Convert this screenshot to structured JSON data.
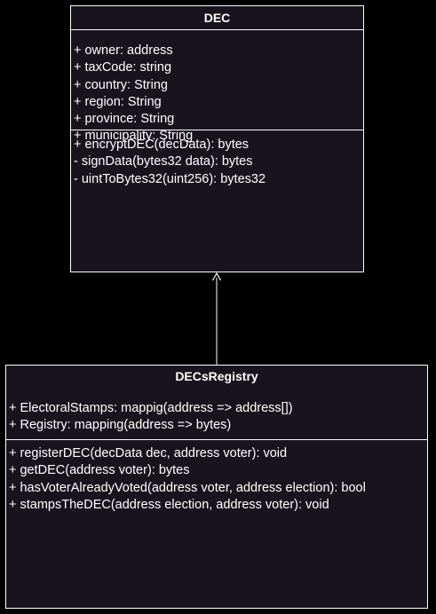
{
  "dec": {
    "name": "DEC",
    "attributes": [
      "+ owner: address",
      "+ taxCode: string",
      "+ country: String",
      "+ region: String",
      "+ province: String",
      "+ municipality: String"
    ],
    "methods": [
      "+ encryptDEC(decData): bytes",
      "- signData(bytes32 data): bytes",
      "- uintToBytes32(uint256): bytes32"
    ]
  },
  "registry": {
    "name": "DECsRegistry",
    "attributes": [
      "+ ElectoralStamps: mappig(address => address[])",
      "+ Registry: mapping(address => bytes)"
    ],
    "methods": [
      "+ registerDEC(decData dec, address voter): void",
      "+ getDEC(address voter): bytes",
      "+ hasVoterAlreadyVoted(address voter, address election): bool",
      "+ stampsTheDEC(address election, address voter): void"
    ]
  },
  "colors": {
    "background": "#000000",
    "box_fill": "#18141d",
    "line": "#ffffff",
    "text": "#ffffff"
  }
}
